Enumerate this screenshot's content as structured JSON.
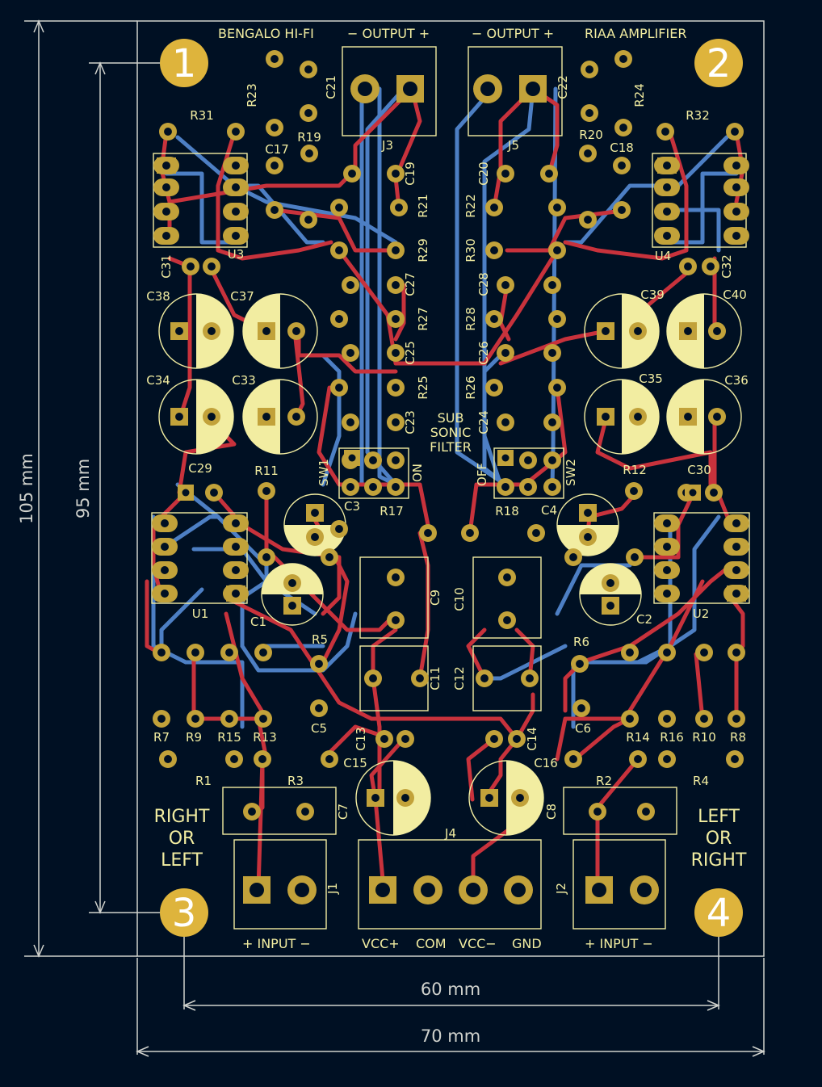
{
  "header": {
    "brand": "BENGALO HI-FI",
    "output_left": "− OUTPUT +",
    "output_right": "− OUTPUT +",
    "product": "RIAA AMPLIFIER"
  },
  "mount_holes": [
    "1",
    "2",
    "3",
    "4"
  ],
  "side_labels": {
    "left": [
      "RIGHT",
      "OR",
      "LEFT"
    ],
    "right": [
      "LEFT",
      "OR",
      "RIGHT"
    ],
    "center": [
      "SUB",
      "SONIC",
      "FILTER"
    ]
  },
  "bottom_labels": {
    "input_left": "+ INPUT −",
    "vcc_plus": "VCC+",
    "com": "COM",
    "vcc_minus": "VCC−",
    "gnd": "GND",
    "input_right": "+ INPUT −"
  },
  "switch_labels": {
    "on": "ON",
    "off": "OFF"
  },
  "dimensions": {
    "height_outer": "105 mm",
    "height_inner": "95 mm",
    "width_inner": "60 mm",
    "width_outer": "70 mm"
  },
  "refs": {
    "r23": "R23",
    "r19": "R19",
    "c21": "C21",
    "j3": "J3",
    "r31": "R31",
    "c17": "C17",
    "c19": "C19",
    "r21": "R21",
    "u3": "U3",
    "c31": "C31",
    "r29": "R29",
    "c27": "C27",
    "r27": "R27",
    "c25": "C25",
    "r25": "R25",
    "c23": "C23",
    "c38": "C38",
    "c37": "C37",
    "c34": "C34",
    "c33": "C33",
    "sw1": "SW1",
    "c29": "C29",
    "r11": "R11",
    "c3": "C3",
    "r17": "R17",
    "u1": "U1",
    "c1": "C1",
    "r5": "R5",
    "c9": "C9",
    "c11": "C11",
    "r7": "R7",
    "r9": "R9",
    "r15": "R15",
    "r13": "R13",
    "c5": "C5",
    "c13": "C13",
    "c15": "C15",
    "r1": "R1",
    "r3": "R3",
    "c7": "C7",
    "j1": "J1",
    "j4": "J4",
    "r24": "R24",
    "c22": "C22",
    "j5": "J5",
    "r32": "R32",
    "r20": "R20",
    "c18": "C18",
    "c20": "C20",
    "r22": "R22",
    "u4": "U4",
    "c32": "C32",
    "r30": "R30",
    "c28": "C28",
    "r28": "R28",
    "c26": "C26",
    "r26": "R26",
    "c24": "C24",
    "c39": "C39",
    "c40": "C40",
    "c35": "C35",
    "c36": "C36",
    "sw2": "SW2",
    "c30": "C30",
    "r12": "R12",
    "c4": "C4",
    "r18": "R18",
    "u2": "U2",
    "c2": "C2",
    "r6": "R6",
    "c10": "C10",
    "c12": "C12",
    "r14": "R14",
    "r16": "R16",
    "r10": "R10",
    "r8": "R8",
    "c6": "C6",
    "c14": "C14",
    "c16": "C16",
    "r2": "R2",
    "r4": "R4",
    "c8": "C8",
    "j2": "J2"
  },
  "colors": {
    "background": "#001023",
    "silkscreen": "#f2eda1",
    "pad": "#c2a23a",
    "pad_hole": "#001023",
    "track_top": "#c8323c",
    "track_bottom": "#4d7fc4",
    "outline": "#d0d2cd",
    "mount_hole": "#deb43c",
    "fab": "#b8b8c8"
  }
}
